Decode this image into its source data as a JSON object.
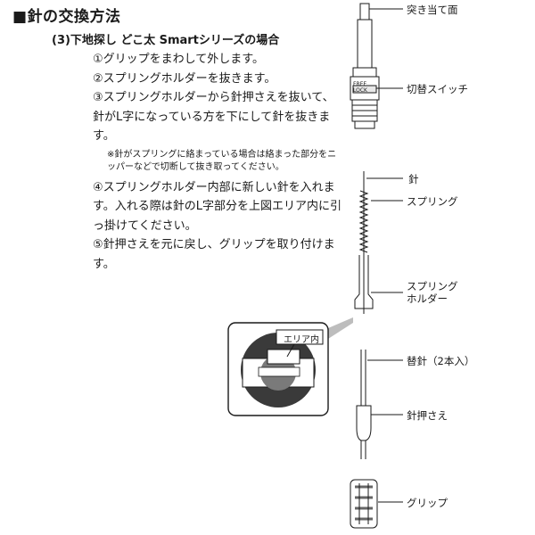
{
  "title": "■針の交換方法",
  "subtitle": "(3)下地探し どこ太 Smartシリーズの場合",
  "steps": [
    "①グリップをまわして外します。",
    "②スプリングホルダーを抜きます。",
    "③スプリングホルダーから針押さえを抜いて、針がL字になっている方を下にして針を抜きます。",
    "④スプリングホルダー内部に新しい針を入れます。入れる際は針のL字部分を上図エリア内に引っ掛けてください。",
    "⑤針押さえを元に戻し、グリップを取り付けます。"
  ],
  "note": "※針がスプリングに絡まっている場合は絡まった部分をニッパーなどで切断して抜き取ってください。",
  "labels": {
    "tip": "突き当て面",
    "switch": "切替スイッチ",
    "needle": "針",
    "spring": "スプリング",
    "holder_line1": "スプリング",
    "holder_line2": "ホルダー",
    "replacement": "替針（2本入）",
    "presser": "針押さえ",
    "grip": "グリップ",
    "area": "エリア内"
  },
  "device_marking": [
    "FREE",
    "LOCK"
  ]
}
